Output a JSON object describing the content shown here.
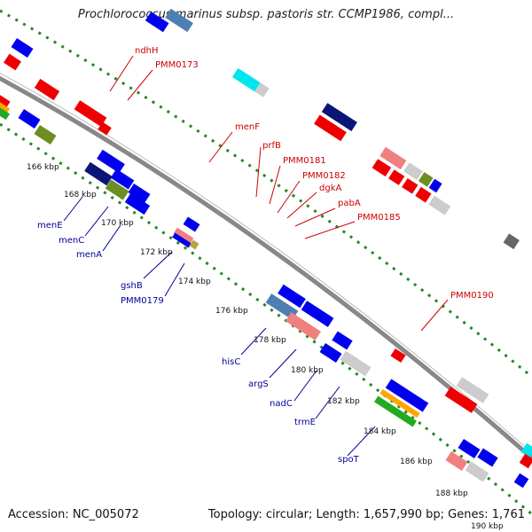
{
  "title": "Prochlorococcus marinus subsp. pastoris str. CCMP1986, compl...",
  "footer": {
    "accession": "Accession: NC_005072",
    "summary": "Topology: circular; Length: 1,657,990 bp; Genes: 1,761"
  },
  "colors": {
    "backbone": "#888888",
    "dots": "#228822",
    "label_top": "#cc0000",
    "label_bottom": "#000099"
  },
  "ticks": [
    "166 kbp",
    "168 kbp",
    "170 kbp",
    "172 kbp",
    "174 kbp",
    "176 kbp",
    "178 kbp",
    "180 kbp",
    "182 kbp",
    "184 kbp",
    "186 kbp",
    "188 kbp",
    "190 kbp"
  ],
  "labels_top": [
    "ndhH",
    "PMM0173",
    "menF",
    "prfB",
    "PMM0181",
    "PMM0182",
    "dgkA",
    "pabA",
    "PMM0185",
    "PMM0190"
  ],
  "labels_bottom": [
    "menE",
    "menC",
    "menA",
    "gshB",
    "PMM0179",
    "hisC",
    "argS",
    "nadC",
    "trmE",
    "spoT"
  ]
}
